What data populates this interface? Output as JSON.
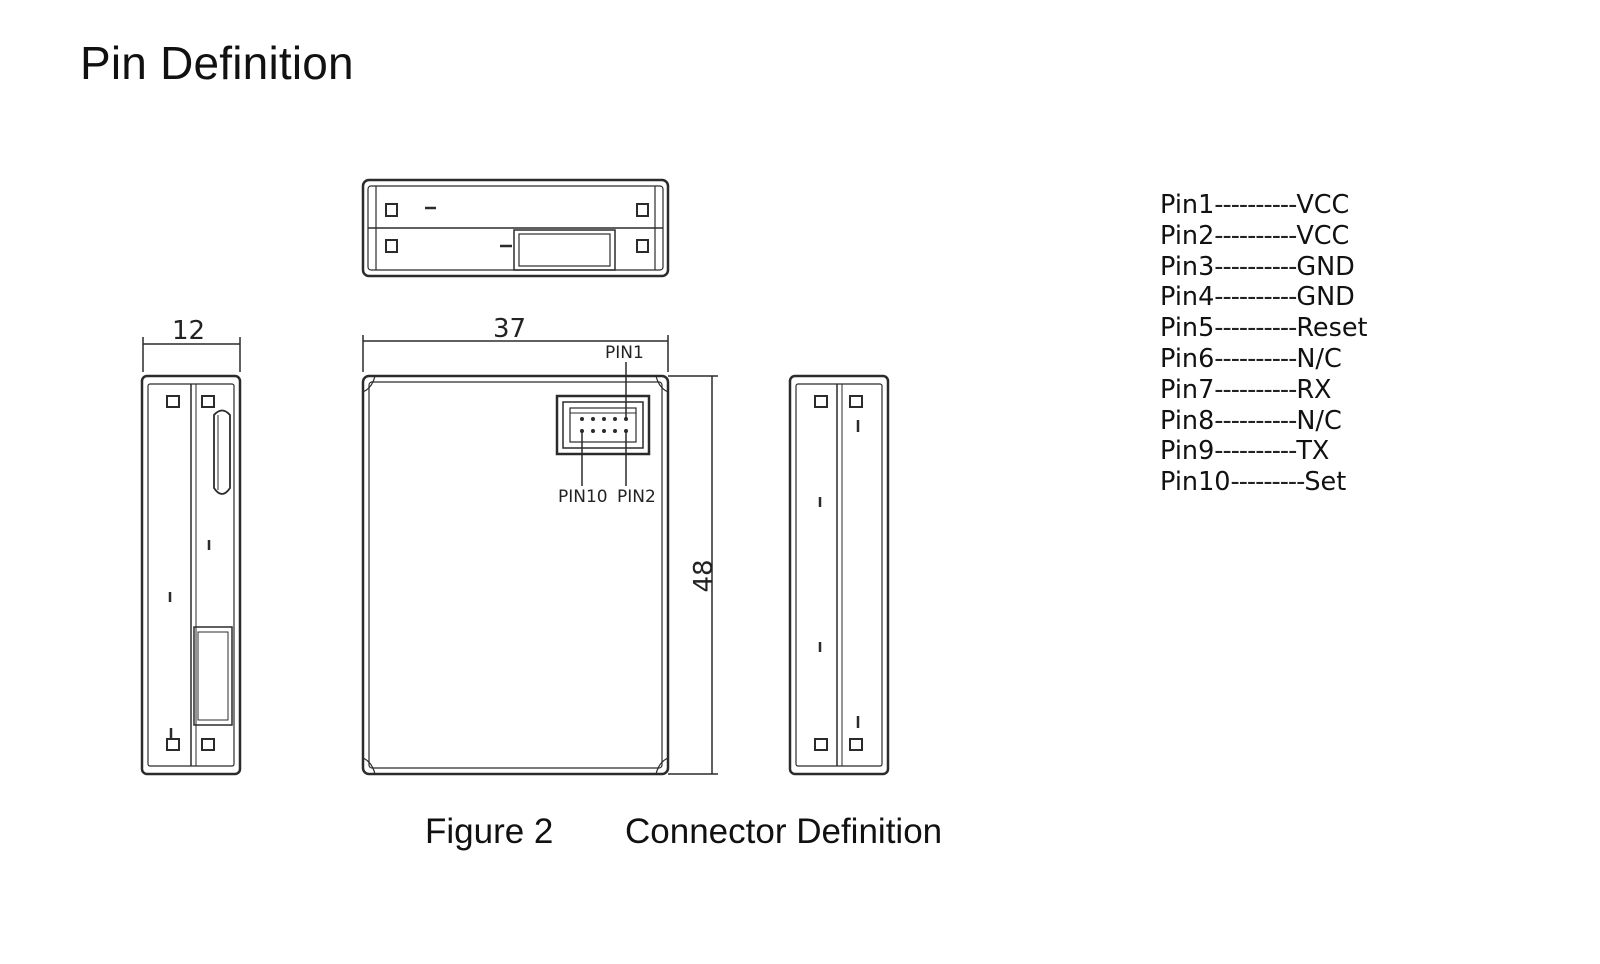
{
  "title": "Pin Definition",
  "caption": {
    "figure": "Figure 2",
    "title": "Connector Definition"
  },
  "drawing": {
    "dimensions": {
      "side_width": "12",
      "front_width": "37",
      "height": "48"
    },
    "connector_labels": {
      "pin1": "PIN1",
      "pin10": "PIN10",
      "pin2": "PIN2"
    }
  },
  "pins": [
    {
      "pin": "Pin1",
      "dashes": "----------",
      "function": "VCC"
    },
    {
      "pin": "Pin2",
      "dashes": "----------",
      "function": "VCC"
    },
    {
      "pin": "Pin3",
      "dashes": "----------",
      "function": "GND"
    },
    {
      "pin": "Pin4",
      "dashes": "----------",
      "function": "GND"
    },
    {
      "pin": "Pin5",
      "dashes": "----------",
      "function": "Reset"
    },
    {
      "pin": "Pin6",
      "dashes": "----------",
      "function": "N/C"
    },
    {
      "pin": "Pin7",
      "dashes": "----------",
      "function": "RX"
    },
    {
      "pin": "Pin8",
      "dashes": "----------",
      "function": "N/C"
    },
    {
      "pin": "Pin9",
      "dashes": "----------",
      "function": "TX"
    },
    {
      "pin": "Pin10",
      "dashes": "---------",
      "function": "Set"
    }
  ]
}
